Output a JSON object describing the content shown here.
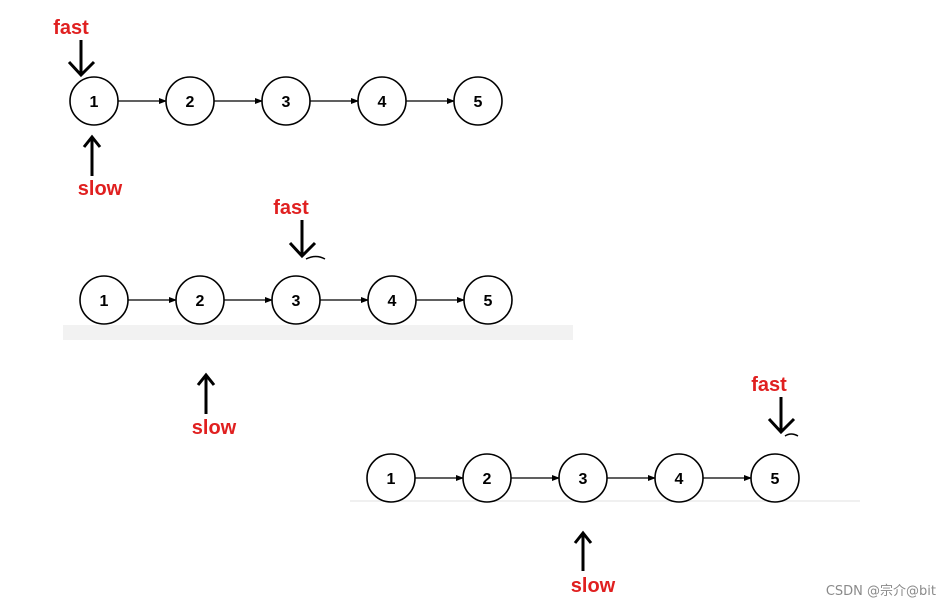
{
  "colors": {
    "pointer_label": "#e02020",
    "stroke": "#000000",
    "strip": "#f2f2f2",
    "watermark": "#8a8a8a"
  },
  "diagrams": [
    {
      "nodes": [
        "1",
        "2",
        "3",
        "4",
        "5"
      ],
      "fast": {
        "label": "fast",
        "at_node": 1
      },
      "slow": {
        "label": "slow",
        "at_node": 1
      }
    },
    {
      "nodes": [
        "1",
        "2",
        "3",
        "4",
        "5"
      ],
      "fast": {
        "label": "fast",
        "at_node": 3
      },
      "slow": {
        "label": "slow",
        "at_node": 2
      }
    },
    {
      "nodes": [
        "1",
        "2",
        "3",
        "4",
        "5"
      ],
      "fast": {
        "label": "fast",
        "at_node": 5
      },
      "slow": {
        "label": "slow",
        "at_node": 3
      }
    }
  ],
  "watermark": "CSDN @宗介@bit"
}
